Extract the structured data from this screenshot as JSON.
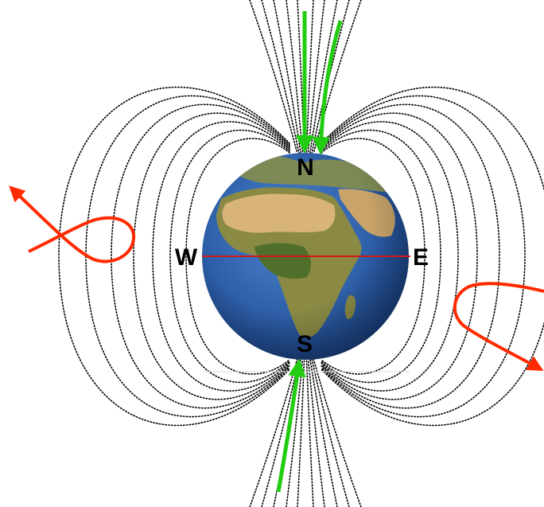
{
  "diagram": {
    "labels": {
      "north": "N",
      "south": "S",
      "west": "W",
      "east": "E"
    },
    "colors": {
      "field_lines": "#000000",
      "equator": "#d01818",
      "particle_paths": "#ff2a00",
      "incoming_particles": "#22cc11",
      "ocean": "#2d5ea8",
      "land": "#6b7a3a",
      "desert": "#cfa86a"
    },
    "icons": {
      "globe": "earth-globe-africa-view",
      "green_arrows": "arrow-down-icon",
      "red_arrows": "arrow-outward-icon"
    }
  }
}
